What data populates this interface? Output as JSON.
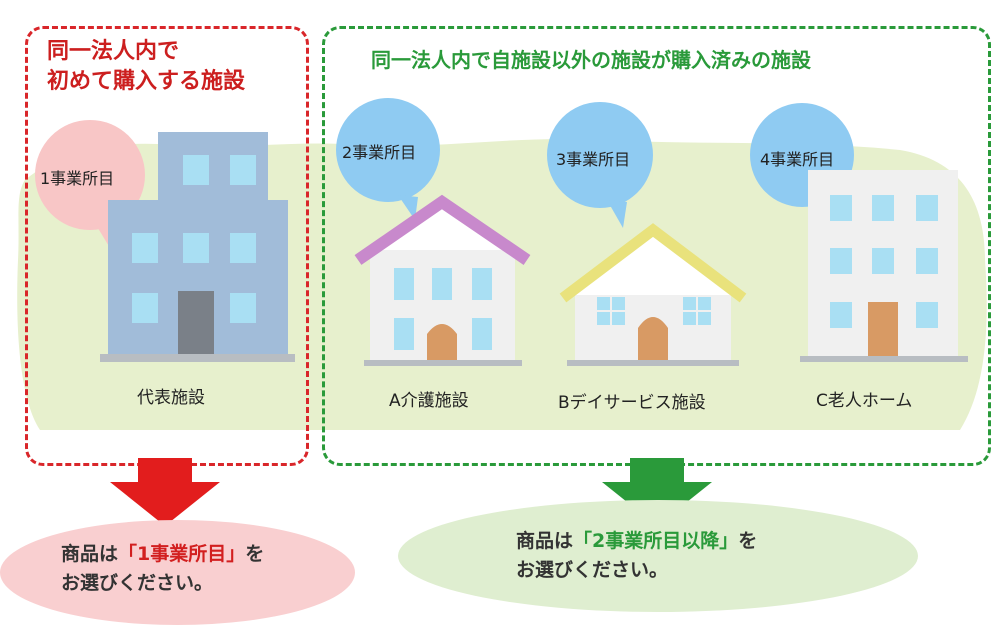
{
  "left_group": {
    "title_line1": "同一法人内で",
    "title_line2": "初めて購入する施設",
    "bubble": "1事業所目",
    "facility_label": "代表施設",
    "cta_prefix": "商品は",
    "cta_highlight": "「1事業所目」",
    "cta_suffix": "を",
    "cta_line2": "お選びください。",
    "accent_color": "#d9262a"
  },
  "right_group": {
    "title": "同一法人内で自施設以外の施設が購入済みの施設",
    "facilities": [
      {
        "bubble": "2事業所目",
        "label": "A介護施設"
      },
      {
        "bubble": "3事業所目",
        "label": "Bデイサービス施設"
      },
      {
        "bubble": "4事業所目",
        "label": "C老人ホーム"
      }
    ],
    "cta_prefix": "商品は",
    "cta_highlight": "「2事業所目以降」",
    "cta_suffix": "を",
    "cta_line2": "お選びください。",
    "accent_color": "#2a9a3a"
  },
  "icons": [
    "building-icon",
    "house-icon",
    "arrow-down-icon",
    "speech-bubble-icon"
  ]
}
